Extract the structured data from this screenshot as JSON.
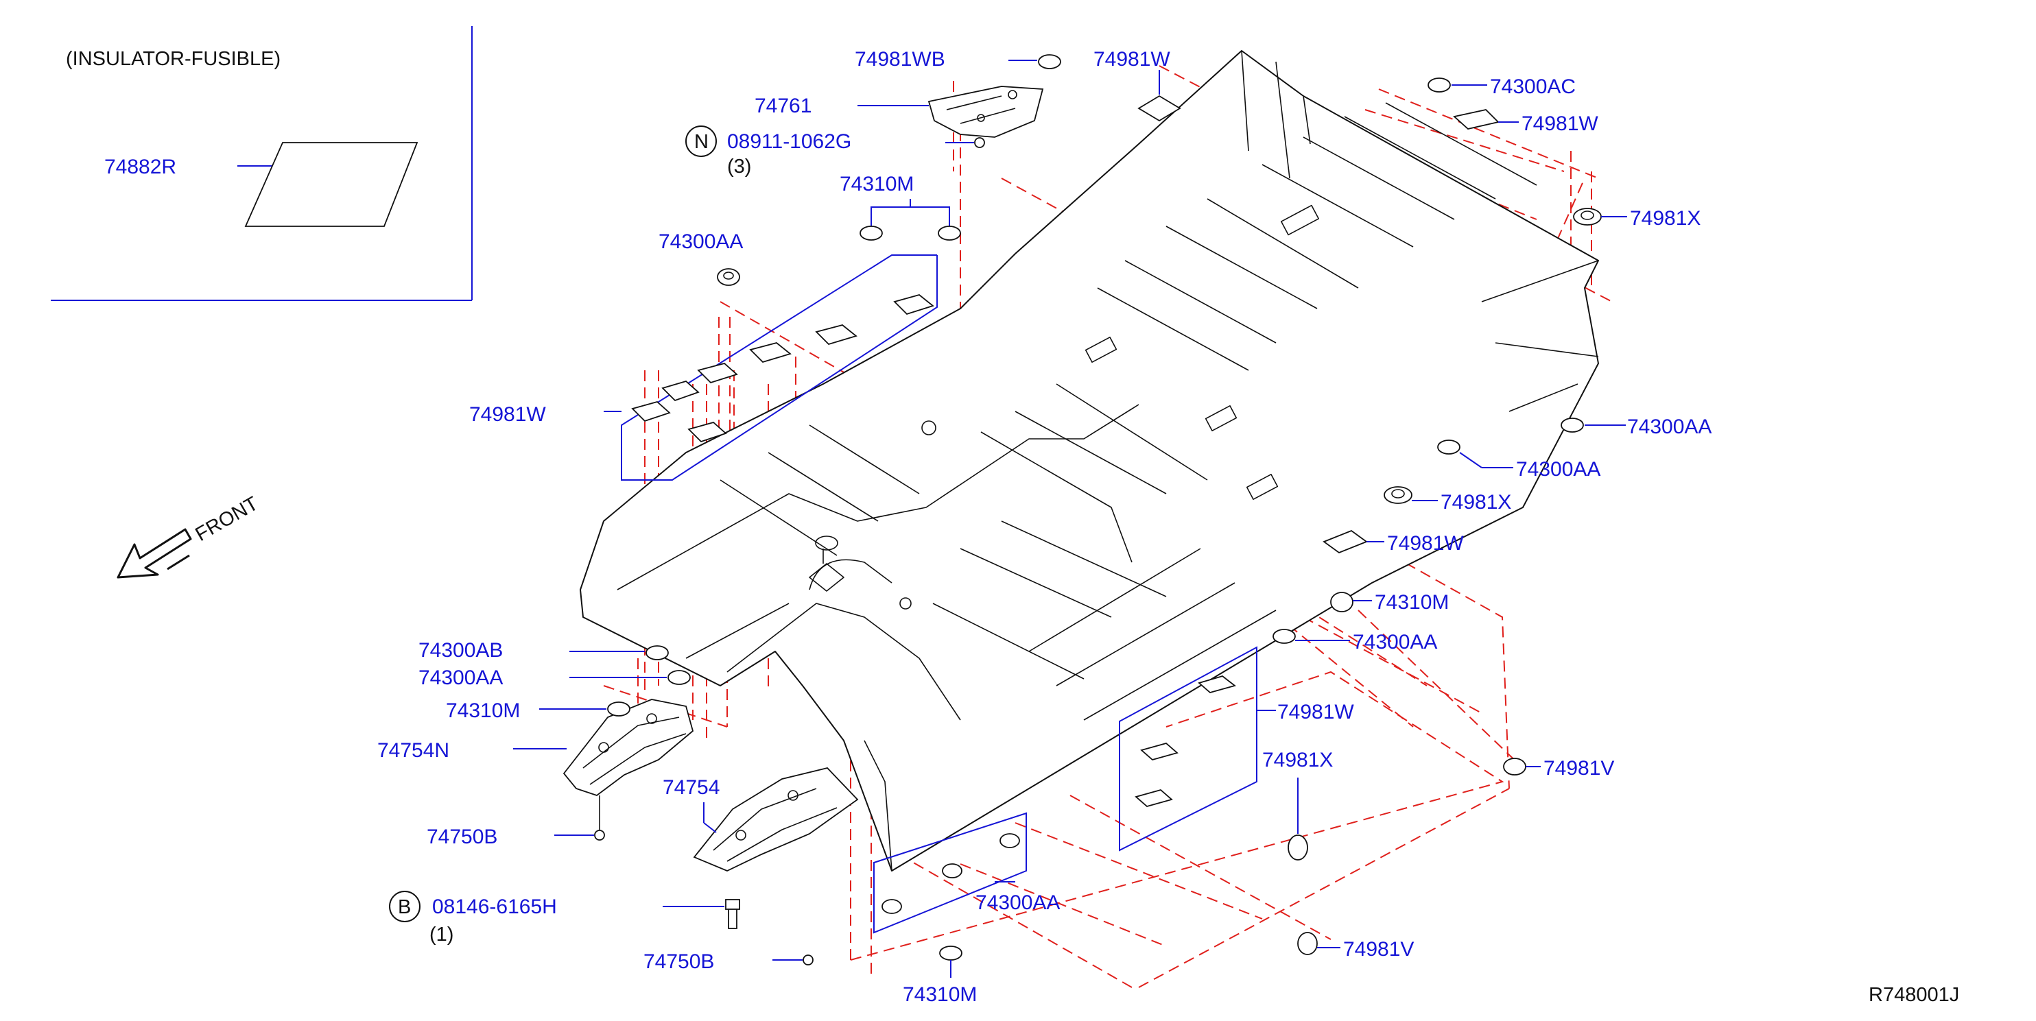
{
  "colors": {
    "label": "#1515d6",
    "dashed_guide": "#e0201c",
    "outline": "#111111",
    "background": "#ffffff"
  },
  "inset": {
    "title": "(INSULATOR-FUSIBLE)",
    "part": "74882R"
  },
  "front_arrow": {
    "label": "FRONT"
  },
  "diagram_code": "R748001J",
  "callouts": {
    "wb_top": "74981WB",
    "p74761": "74761",
    "n_bolt": "08911-1062G",
    "n_symbol": "N",
    "n_qty": "(3)",
    "m_top": "74310M",
    "aa_left_top": "74300AA",
    "w_left_group": "74981W",
    "w_top": "74981W",
    "ac_top_right": "74300AC",
    "w_top_right": "74981W",
    "x_top_right": "74981X",
    "aa_right1": "74300AA",
    "aa_right2": "74300AA",
    "x_right": "74981X",
    "w_right": "74981W",
    "m_right": "74310M",
    "aa_right3": "74300AA",
    "w_right_group": "74981W",
    "x_right_lower": "74981X",
    "v_right": "74981V",
    "v_bottom": "74981V",
    "ab_left": "74300AB",
    "aa_left": "74300AA",
    "m_left": "74310M",
    "n74754N": "74754N",
    "b74750B_1": "74750B",
    "p74754": "74754",
    "b_bolt": "08146-6165H",
    "b_symbol": "B",
    "b_qty": "(1)",
    "b74750B_2": "74750B",
    "aa_bottom": "74300AA",
    "m_bottom": "74310M"
  }
}
